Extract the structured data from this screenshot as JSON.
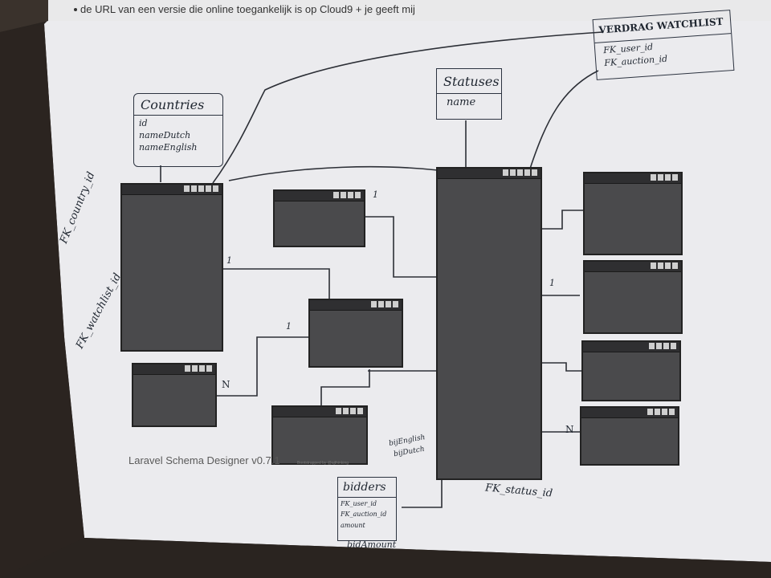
{
  "header_text": "de URL van een versie die online toegankelijk is op Cloud9 + je geeft mij",
  "footer_printed": "Laravel Schema Designer v0.7.1",
  "footer_small": "Bootstrapped by @ajthinking",
  "hand_boxes": [
    {
      "id": "countries",
      "title": "Countries",
      "fields": [
        "id",
        "nameDutch",
        "nameEnglish"
      ]
    },
    {
      "id": "statuses",
      "title": "Statuses",
      "fields": [
        "name"
      ]
    },
    {
      "id": "watchlist",
      "title": "VERDRAG WATCHLIST",
      "fields": [
        "FK_user_id",
        "FK_auction_id"
      ]
    },
    {
      "id": "bidders",
      "title": "bidders",
      "fields": [
        "FK_user_id",
        "FK_auction_id",
        "amount",
        "bidAmount"
      ]
    }
  ],
  "side_notes": [
    "FK_country_id",
    "FK_watchlist_id"
  ],
  "margin_notes": [
    "FK_status_id",
    "bijEnglish",
    "bijDutch"
  ],
  "relation_marks": [
    "1",
    "N"
  ],
  "colors": {
    "paper": "#ebebee",
    "panel": "#4a4a4c",
    "ink": "#1f2630"
  }
}
